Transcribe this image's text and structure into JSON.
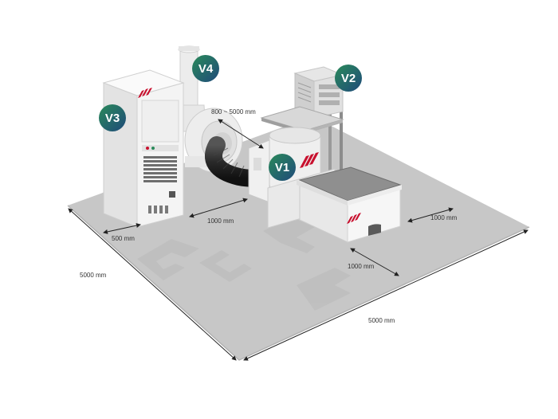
{
  "colors": {
    "floor": "#c7c7c7",
    "floor_edge": "#b2b2b2",
    "equipment_light": "#f1f1f1",
    "equipment_mid": "#d9d9d9",
    "equipment_dark": "#9a9a9a",
    "hose": "#2e2e2e",
    "brand_red": "#c8102e",
    "badge_start": "#2a8a5a",
    "badge_end": "#1f4a7a"
  },
  "badges": {
    "v1": "V1",
    "v2": "V2",
    "v3": "V3",
    "v4": "V4"
  },
  "dimensions": {
    "hose_length": "800 ~ 5000 mm",
    "cabinet_gap": "1000 mm",
    "cabinet_side": "500 mm",
    "floor_left": "5000 mm",
    "floor_front": "5000 mm",
    "table_front": "1000 mm",
    "table_right": "1000 mm"
  },
  "icons": {
    "logo": "brand-logo-icon"
  }
}
